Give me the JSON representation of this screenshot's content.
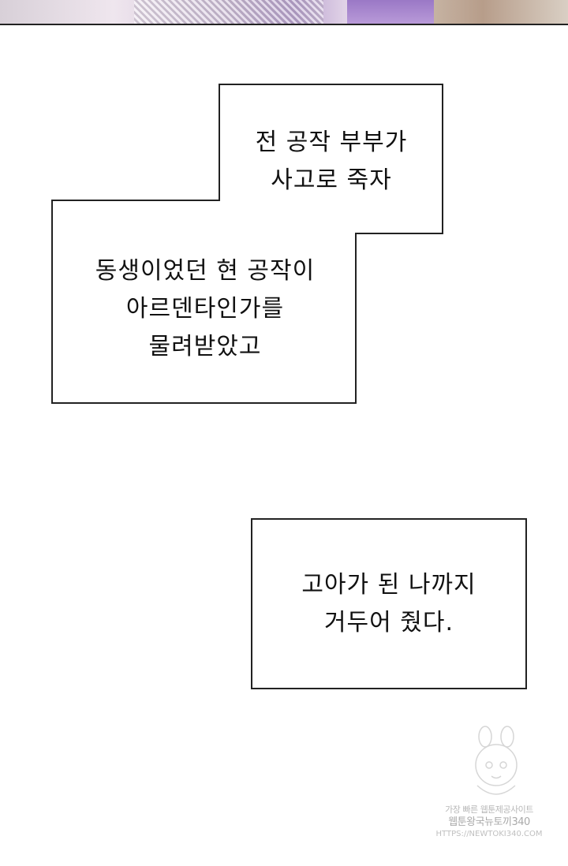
{
  "captions": {
    "top": [
      "전 공작 부부가",
      "사고로 죽자"
    ],
    "middle": [
      "동생이었던 현 공작이",
      "아르덴타인가를",
      "물려받았고"
    ],
    "bottom": [
      "고아가 된 나까지",
      "거두어 줬다."
    ]
  },
  "watermark": {
    "line1": "가장 빠른 웹툰제공사이트",
    "line2": "웹툰왕국뉴토끼340",
    "line3": "HTTPS://NEWTOKI340.COM"
  }
}
